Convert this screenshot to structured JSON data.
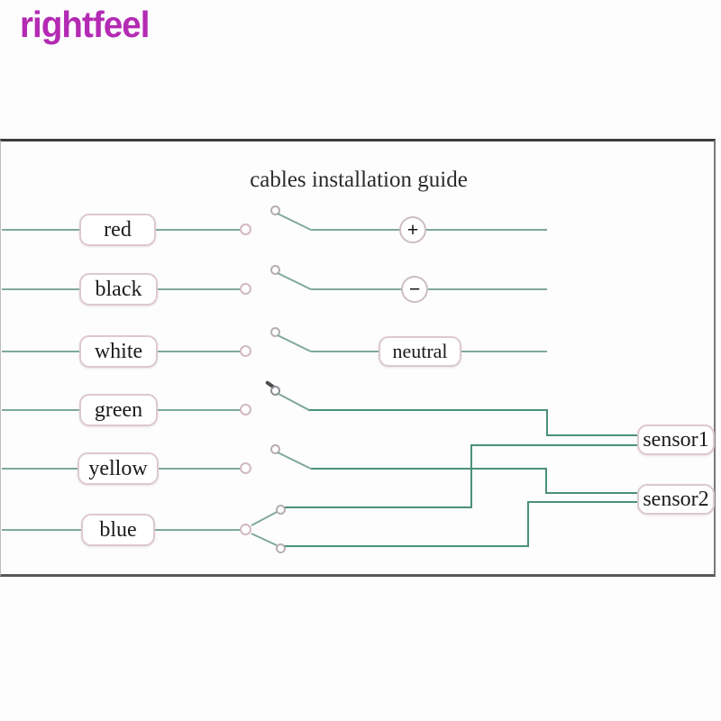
{
  "watermark": {
    "text": "rightfeel"
  },
  "diagram": {
    "title": "cables installation guide",
    "wires": [
      {
        "label": "red",
        "connects_to": "+"
      },
      {
        "label": "black",
        "connects_to": "−"
      },
      {
        "label": "white",
        "connects_to": "neutral"
      },
      {
        "label": "green",
        "connects_to": "sensor1"
      },
      {
        "label": "yellow",
        "connects_to": "sensor2"
      },
      {
        "label": "blue",
        "connects_to": "sensor1, sensor2"
      }
    ],
    "terminals": {
      "plus": "+",
      "minus": "−",
      "neutral": "neutral",
      "sensor1": "sensor1",
      "sensor2": "sensor2"
    },
    "colors": {
      "logo": "#b32ab3",
      "wire": "#7fa99a",
      "route": "#4a9176",
      "frame": "#3e3e3e",
      "label_border": "#dcc9ce"
    }
  }
}
